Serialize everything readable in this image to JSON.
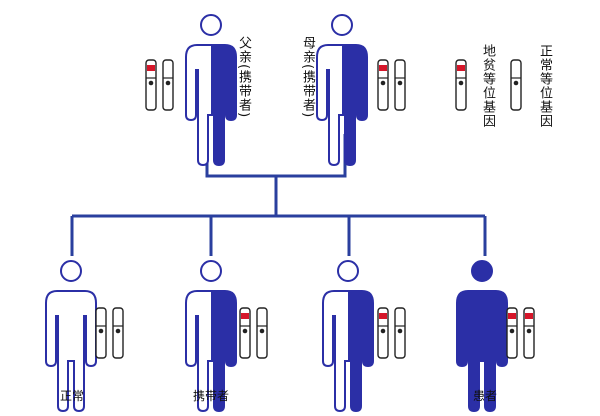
{
  "colors": {
    "blue": "#2b2fa6",
    "line": "#2a3f9e",
    "mutant": "#d6162a",
    "outline": "#2b2fa6",
    "white": "#ffffff"
  },
  "parents": {
    "father_label": "父亲(携带者)",
    "mother_label": "母亲(携带者)"
  },
  "legend": {
    "mutant_gene": "地贫等位基因",
    "normal_gene": "正常等位基因"
  },
  "children": [
    {
      "label": "正常",
      "status": "normal"
    },
    {
      "label": "携带者",
      "status": "carrier"
    },
    {
      "label": "",
      "status": "carrier"
    },
    {
      "label": "患者",
      "status": "affected"
    }
  ]
}
